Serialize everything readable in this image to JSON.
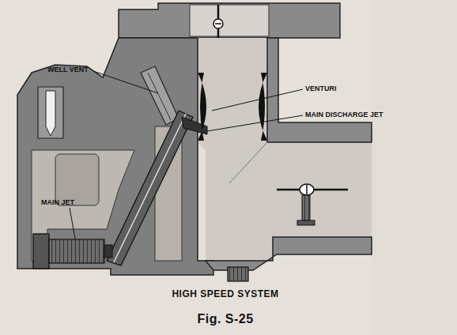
{
  "diagram": {
    "title": "HIGH SPEED SYSTEM",
    "caption": "Fig. S-25",
    "labels": [
      "WELL VENT",
      "VENTURI",
      "MAIN DISCHARGE JET",
      "MAIN JET"
    ]
  }
}
